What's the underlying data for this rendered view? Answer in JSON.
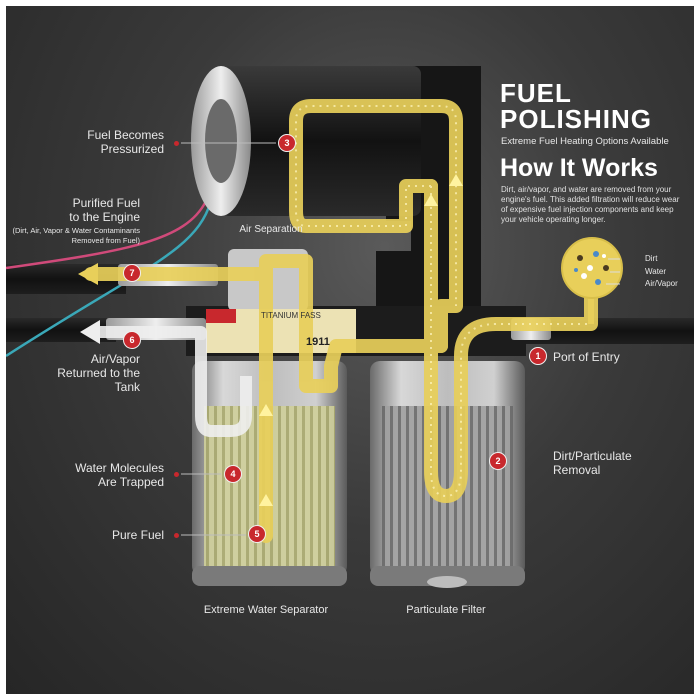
{
  "header": {
    "title_line1": "FUEL",
    "title_line2": "POLISHING",
    "subtitle": "Extreme Fuel Heating Options Available",
    "how_title": "How It Works",
    "description": "Dirt, air/vapor, and water are removed from your engine's fuel. This added filtration will reduce wear of expensive fuel injection components and keep your vehicle operating longer."
  },
  "legend": {
    "items": [
      "Dirt",
      "Water",
      "Air/Vapor"
    ]
  },
  "callouts": [
    {
      "num": "1",
      "label": "Port of Entry"
    },
    {
      "num": "2",
      "label_line1": "Dirt/Particulate",
      "label_line2": "Removal"
    },
    {
      "num": "3",
      "label_line1": "Fuel Becomes",
      "label_line2": "Pressurized"
    },
    {
      "num": "4",
      "label_line1": "Water Molecules",
      "label_line2": "Are Trapped"
    },
    {
      "num": "5",
      "label": "Pure Fuel"
    },
    {
      "num": "6",
      "label_line1": "Air/Vapor",
      "label_line2": "Returned to the",
      "label_line3": "Tank"
    },
    {
      "num": "7",
      "label_line1": "Purified Fuel",
      "label_line2": "to the Engine",
      "note_line1": "(Dirt, Air, Vapor & Water Contaminants",
      "note_line2": "Removed from Fuel)"
    }
  ],
  "components": {
    "air_separation": "Air Separation",
    "water_separator": "Extreme Water Separator",
    "particulate_filter": "Particulate Filter",
    "label_brand": "TITANIUM FASS",
    "label_number": "1911"
  },
  "colors": {
    "fuel": "#e8cf5a",
    "accent": "#c8282d",
    "air": "#eeeeee"
  }
}
